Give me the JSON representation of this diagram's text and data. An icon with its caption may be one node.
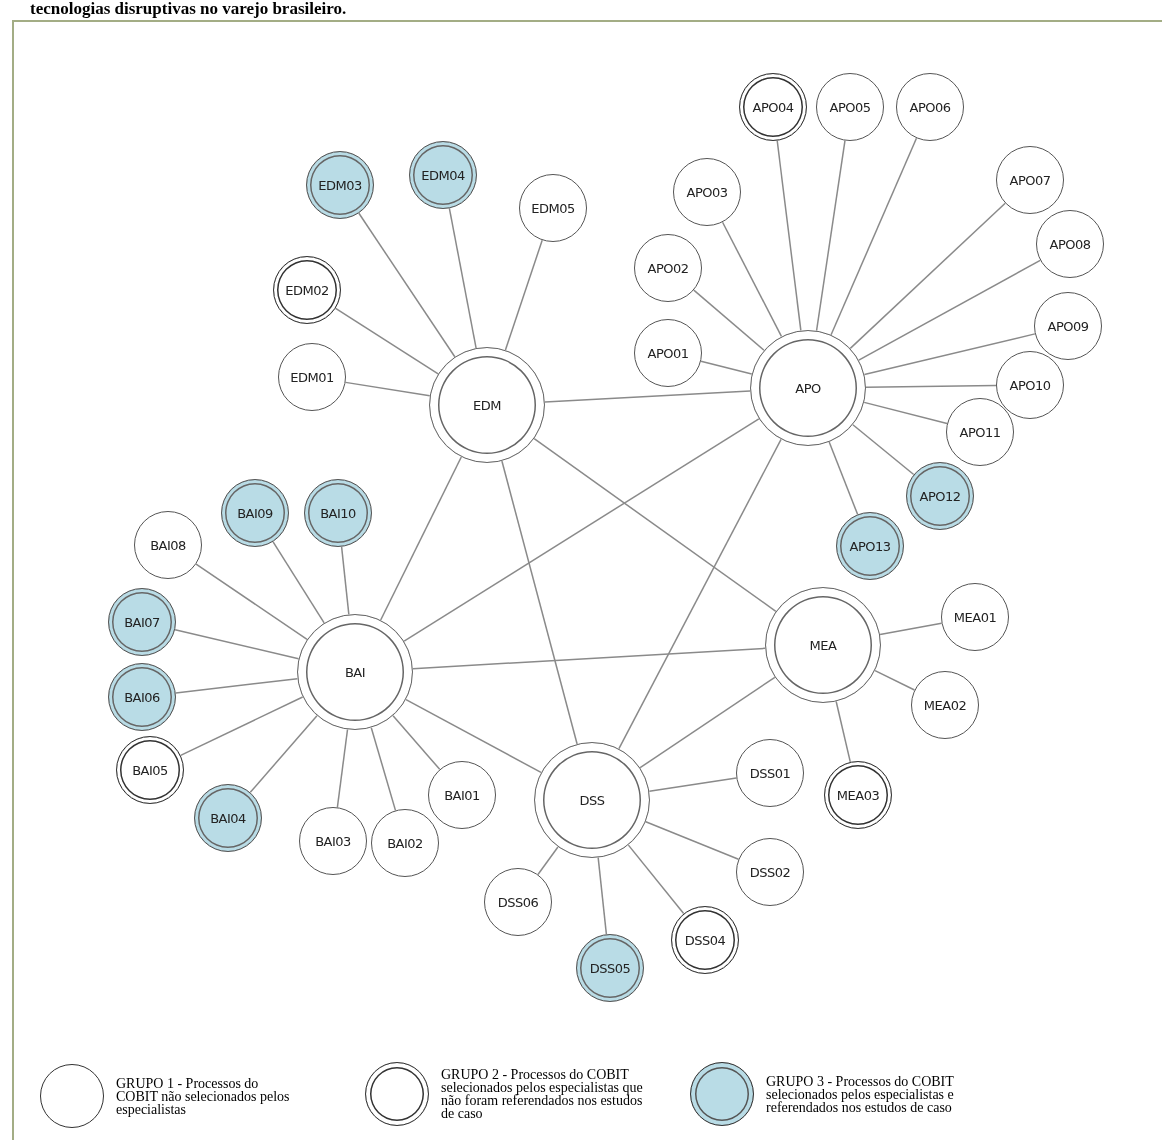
{
  "diagram": {
    "title": "tecnologias disruptivas no varejo brasileiro.",
    "nodes": [
      {
        "text": [
          "EDM"
        ]
      },
      {
        "text": [
          "APO"
        ]
      },
      {
        "text": [
          "BAI"
        ]
      },
      {
        "text": [
          "MEA"
        ]
      },
      {
        "text": [
          "DSS"
        ]
      },
      {
        "text": [
          "EDM01"
        ]
      },
      {
        "text": [
          "EDM02"
        ]
      },
      {
        "text": [
          "EDM03"
        ]
      },
      {
        "text": [
          "EDM04"
        ]
      },
      {
        "text": [
          "EDM05"
        ]
      },
      {
        "text": [
          "APO01"
        ]
      },
      {
        "text": [
          "APO02"
        ]
      },
      {
        "text": [
          "APO03"
        ]
      },
      {
        "text": [
          "APO04"
        ]
      },
      {
        "text": [
          "APO05"
        ]
      },
      {
        "text": [
          "APO06"
        ]
      },
      {
        "text": [
          "APO07"
        ]
      },
      {
        "text": [
          "APO08"
        ]
      },
      {
        "text": [
          "APO09"
        ]
      },
      {
        "text": [
          "APO10"
        ]
      },
      {
        "text": [
          "APO11"
        ]
      },
      {
        "text": [
          "APO12"
        ]
      },
      {
        "text": [
          "APO13"
        ]
      },
      {
        "text": [
          "BAI01"
        ]
      },
      {
        "text": [
          "BAI02"
        ]
      },
      {
        "text": [
          "BAI03"
        ]
      },
      {
        "text": [
          "BAI04"
        ]
      },
      {
        "text": [
          "BAI05"
        ]
      },
      {
        "text": [
          "BAI06"
        ]
      },
      {
        "text": [
          "BAI07"
        ]
      },
      {
        "text": [
          "BAI08"
        ]
      },
      {
        "text": [
          "BAI09"
        ]
      },
      {
        "text": [
          "BAI10"
        ]
      },
      {
        "text": [
          "MEA01"
        ]
      },
      {
        "text": [
          "MEA02"
        ]
      },
      {
        "text": [
          "MEA03"
        ]
      },
      {
        "text": [
          "DSS01"
        ]
      },
      {
        "text": [
          "DSS02"
        ]
      },
      {
        "text": [
          "DSS04"
        ]
      },
      {
        "text": [
          "DSS05"
        ]
      },
      {
        "text": [
          "DSS06"
        ]
      }
    ],
    "edges": [
      {
        "from": 0,
        "to": 1,
        "arrow": "none"
      },
      {
        "from": 0,
        "to": 2,
        "arrow": "none"
      },
      {
        "from": 0,
        "to": 4,
        "arrow": "none"
      },
      {
        "from": 0,
        "to": 3,
        "arrow": "none"
      },
      {
        "from": 1,
        "to": 2,
        "arrow": "none"
      },
      {
        "from": 1,
        "to": 4,
        "arrow": "none"
      },
      {
        "from": 2,
        "to": 3,
        "arrow": "none"
      },
      {
        "from": 2,
        "to": 4,
        "arrow": "none"
      },
      {
        "from": 4,
        "to": 3,
        "arrow": "none"
      },
      {
        "from": 0,
        "to": 5,
        "arrow": "none"
      },
      {
        "from": 0,
        "to": 6,
        "arrow": "none"
      },
      {
        "from": 0,
        "to": 7,
        "arrow": "none"
      },
      {
        "from": 0,
        "to": 8,
        "arrow": "none"
      },
      {
        "from": 0,
        "to": 9,
        "arrow": "none"
      },
      {
        "from": 1,
        "to": 10,
        "arrow": "none"
      },
      {
        "from": 1,
        "to": 11,
        "arrow": "none"
      },
      {
        "from": 1,
        "to": 12,
        "arrow": "none"
      },
      {
        "from": 1,
        "to": 13,
        "arrow": "none"
      },
      {
        "from": 1,
        "to": 14,
        "arrow": "none"
      },
      {
        "from": 1,
        "to": 15,
        "arrow": "none"
      },
      {
        "from": 1,
        "to": 16,
        "arrow": "none"
      },
      {
        "from": 1,
        "to": 17,
        "arrow": "none"
      },
      {
        "from": 1,
        "to": 18,
        "arrow": "none"
      },
      {
        "from": 1,
        "to": 19,
        "arrow": "none"
      },
      {
        "from": 1,
        "to": 20,
        "arrow": "none"
      },
      {
        "from": 1,
        "to": 21,
        "arrow": "none"
      },
      {
        "from": 1,
        "to": 22,
        "arrow": "none"
      },
      {
        "from": 2,
        "to": 23,
        "arrow": "none"
      },
      {
        "from": 2,
        "to": 24,
        "arrow": "none"
      },
      {
        "from": 2,
        "to": 25,
        "arrow": "none"
      },
      {
        "from": 2,
        "to": 26,
        "arrow": "none"
      },
      {
        "from": 2,
        "to": 27,
        "arrow": "none"
      },
      {
        "from": 2,
        "to": 28,
        "arrow": "none"
      },
      {
        "from": 2,
        "to": 29,
        "arrow": "none"
      },
      {
        "from": 2,
        "to": 30,
        "arrow": "none"
      },
      {
        "from": 2,
        "to": 31,
        "arrow": "none"
      },
      {
        "from": 2,
        "to": 32,
        "arrow": "none"
      },
      {
        "from": 3,
        "to": 33,
        "arrow": "none"
      },
      {
        "from": 3,
        "to": 34,
        "arrow": "none"
      },
      {
        "from": 3,
        "to": 35,
        "arrow": "none"
      },
      {
        "from": 4,
        "to": 36,
        "arrow": "none"
      },
      {
        "from": 4,
        "to": 37,
        "arrow": "none"
      },
      {
        "from": 4,
        "to": 38,
        "arrow": "none"
      },
      {
        "from": 4,
        "to": 39,
        "arrow": "none"
      },
      {
        "from": 4,
        "to": 40,
        "arrow": "none"
      }
    ],
    "legend": [
      {
        "text": "GRUPO 1 - Processos do COBIT não selecionados pelos especialistas"
      },
      {
        "text": "GRUPO 2 - Processos do COBIT selecionados pelos especialistas que não foram referendados nos estudos de caso"
      },
      {
        "text": "GRUPO 3 - Processos do COBIT selecionados pelos especialistas e referendados nos estudos de caso"
      }
    ]
  }
}
